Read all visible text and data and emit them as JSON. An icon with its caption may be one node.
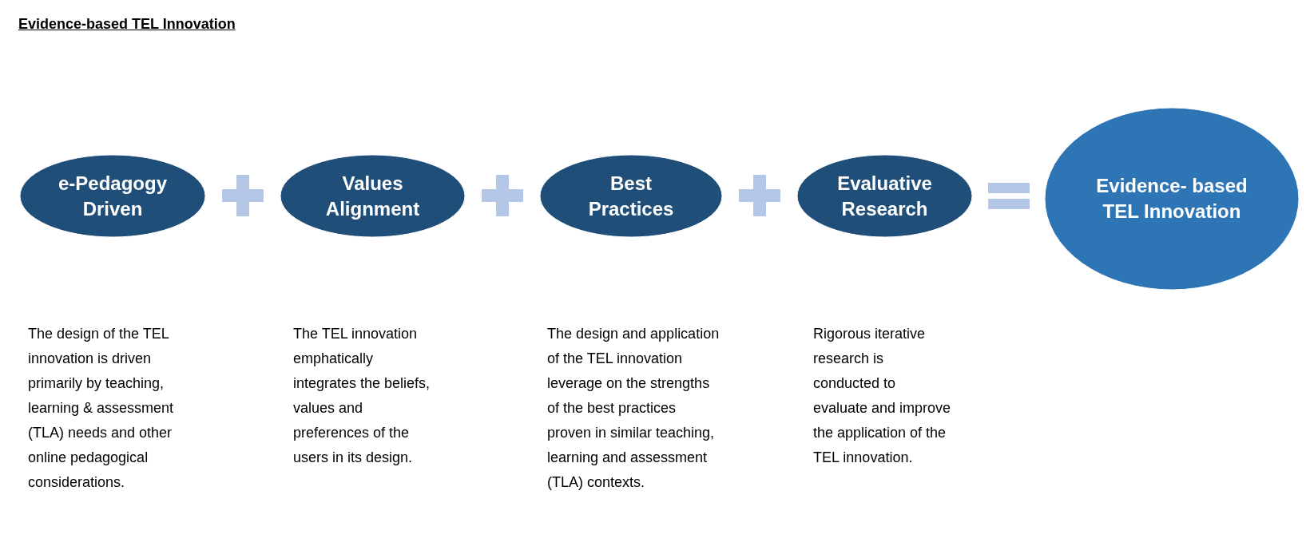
{
  "diagram": {
    "title": "Evidence-based TEL Innovation",
    "nodes": [
      {
        "text": [
          "e-Pedagogy Driven"
        ]
      },
      {
        "text": [
          "Values Alignment"
        ]
      },
      {
        "text": [
          "Best Practices"
        ]
      },
      {
        "text": [
          "Evaluative Research"
        ]
      },
      {
        "text": [
          "Evidence- based TEL Innovation"
        ]
      }
    ],
    "labels": [
      "The design of the TEL innovation is driven primarily by teaching, learning & assessment (TLA) needs and other online pedagogical considerations.",
      "The TEL innovation emphatically integrates the beliefs, values and preferences of the users in its design.",
      "The design and application of the TEL innovation leverage on the strengths of the best practices proven in similar teaching, learning and assessment (TLA) contexts.",
      "Rigorous iterative research is conducted to evaluate and improve the application of the TEL innovation."
    ]
  }
}
